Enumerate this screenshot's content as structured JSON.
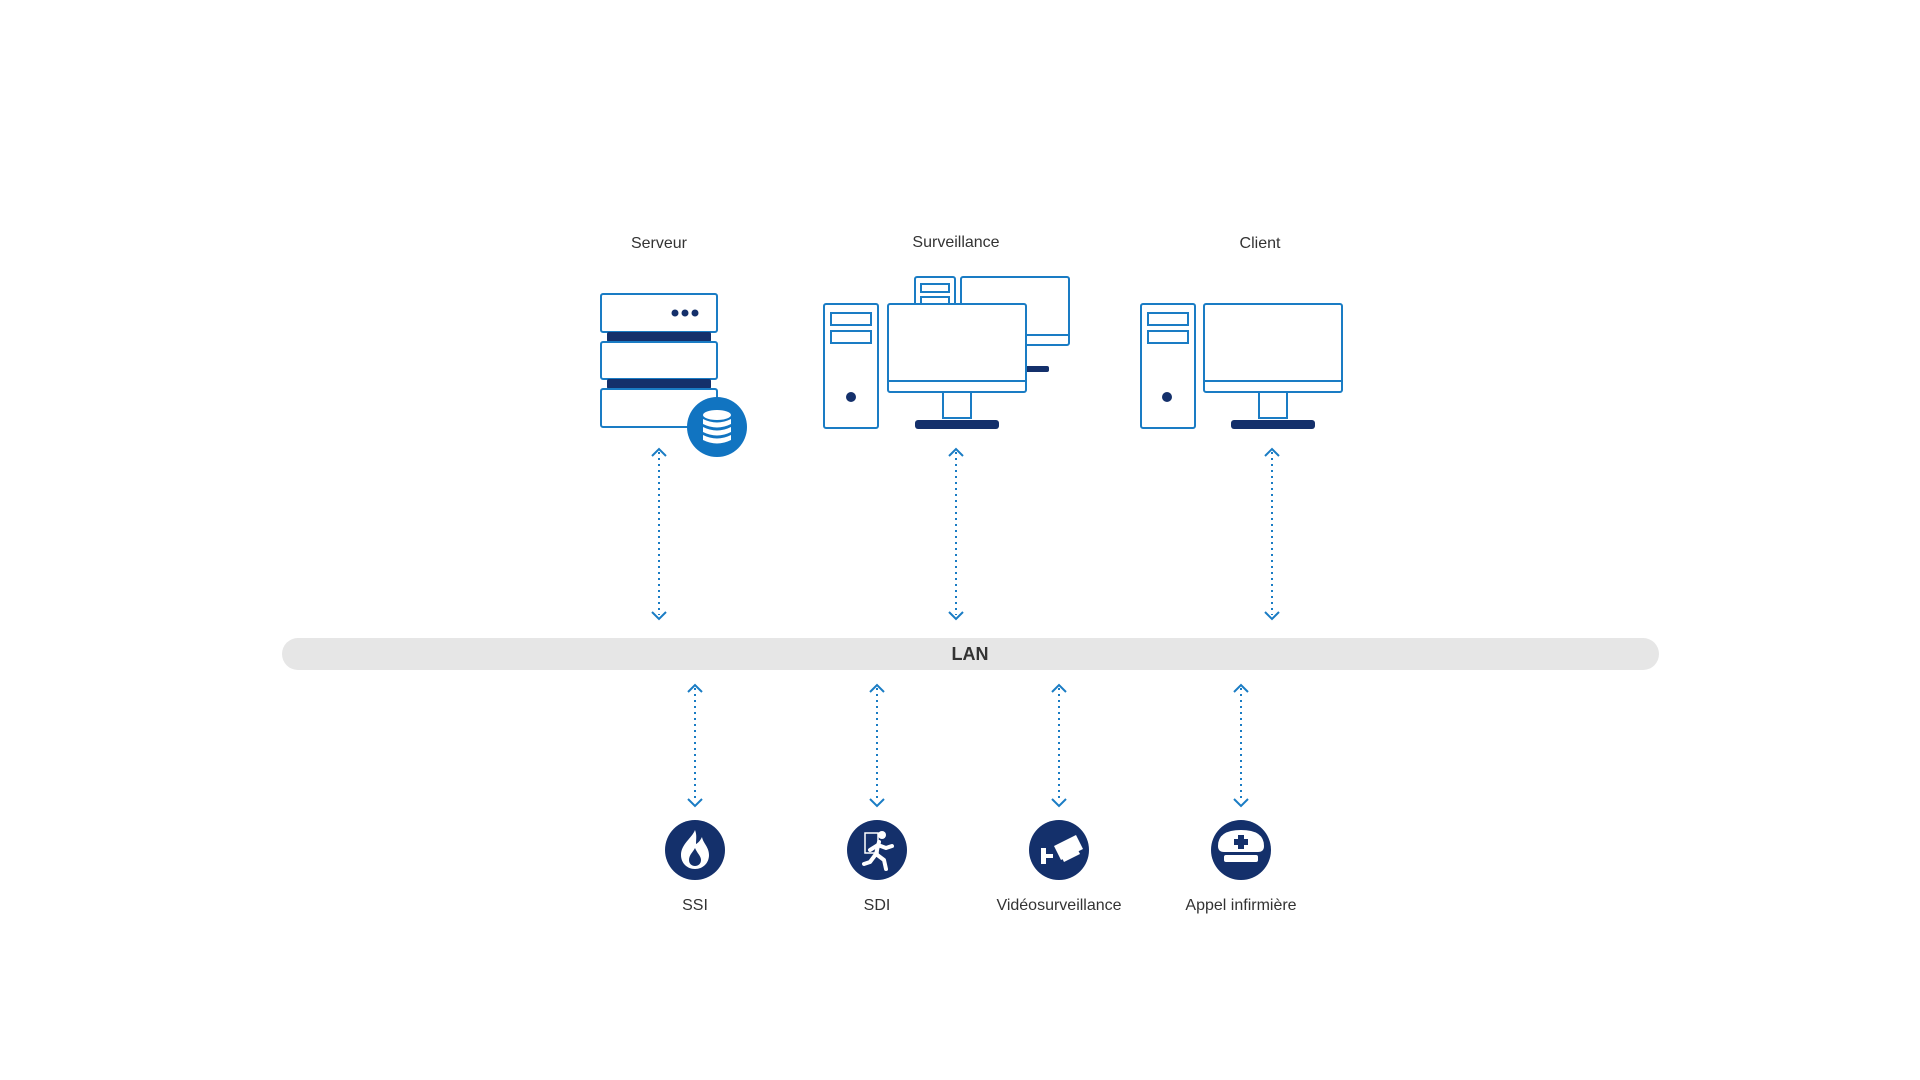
{
  "colors": {
    "outline": "#1a7cc4",
    "navy": "#14306b",
    "database_blue": "#1174c1",
    "bus_gray": "#e6e6e6",
    "text": "#333333"
  },
  "top_nodes": [
    {
      "id": "server",
      "label": "Serveur",
      "icon": "server-database-icon"
    },
    {
      "id": "surveillance",
      "label": "Surveillance",
      "icon": "multi-workstation-icon"
    },
    {
      "id": "client",
      "label": "Client",
      "icon": "workstation-icon"
    }
  ],
  "lan": {
    "label": "LAN"
  },
  "bottom_nodes": [
    {
      "id": "ssi",
      "label": "SSI",
      "icon": "fire-icon"
    },
    {
      "id": "sdi",
      "label": "SDI",
      "icon": "emergency-exit-runner-icon"
    },
    {
      "id": "video",
      "label": "Vidéosurveillance",
      "icon": "cctv-camera-icon"
    },
    {
      "id": "nurse",
      "label": "Appel infirmière",
      "icon": "nurse-cap-icon"
    }
  ]
}
